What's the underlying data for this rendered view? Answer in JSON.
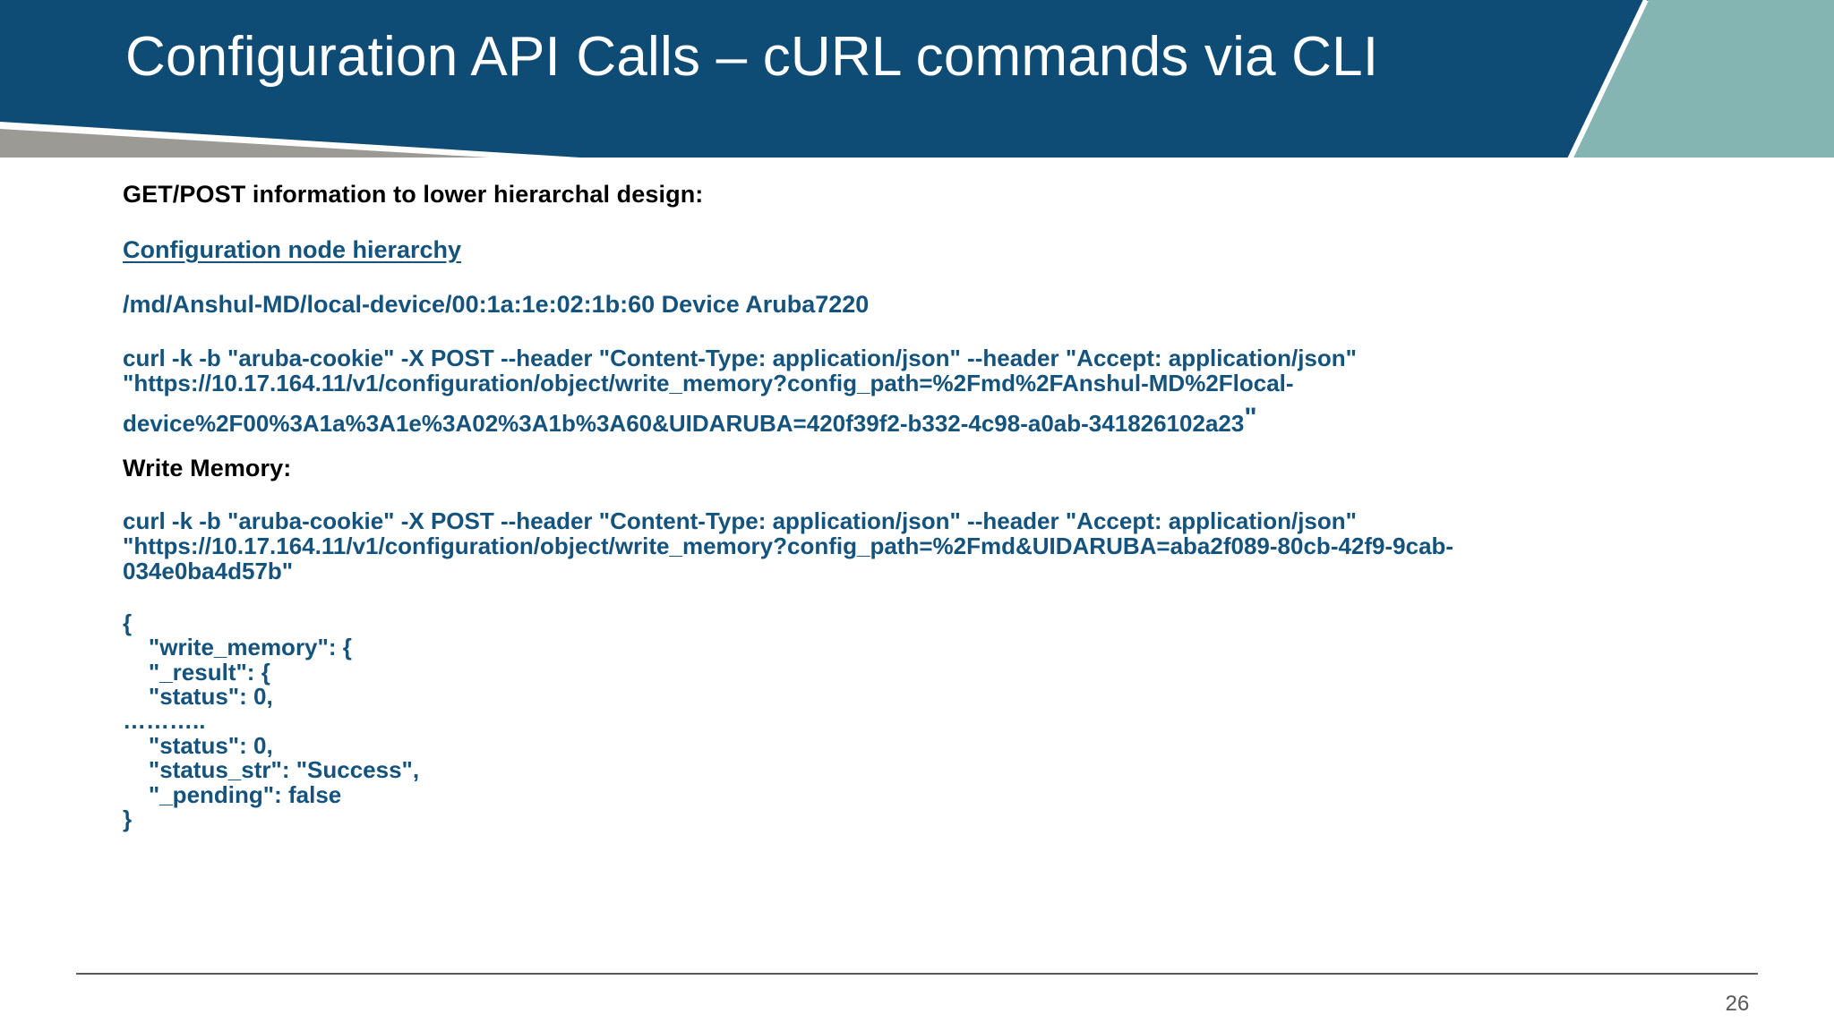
{
  "slide": {
    "title": "Configuration API Calls – cURL commands via CLI",
    "page_number": "26",
    "colors": {
      "header_blue": "#0f4c75",
      "header_teal": "#84b5b2",
      "header_gray": "#9c9a94",
      "body_navy": "#14537d",
      "body_black": "#000000",
      "footer_gray": "#595959"
    }
  },
  "content": {
    "section_heading": "GET/POST information to lower hierarchal design:",
    "hierarchy_link": "Configuration node hierarchy",
    "node_path": "/md/Anshul-MD/local-device/00:1a:1e:02:1b:60  Device  Aruba7220",
    "curl_device": {
      "line1": "curl -k -b \"aruba-cookie\" -X POST --header \"Content-Type: application/json\" --header \"Accept: application/json\"",
      "line2": "\"https://10.17.164.11/v1/configuration/object/write_memory?config_path=%2Fmd%2FAnshul-MD%2Flocal-",
      "line3": "device%2F00%3A1a%3A1e%3A02%3A1b%3A60&UIDARUBA=420f39f2-b332-4c98-a0ab-341826102a23",
      "trailing_quote": "\""
    },
    "write_memory_heading": "Write Memory:",
    "curl_write_memory": {
      "line1": "curl -k -b \"aruba-cookie\" -X POST --header \"Content-Type: application/json\" --header \"Accept: application/json\"",
      "line2": "\"https://10.17.164.11/v1/configuration/object/write_memory?config_path=%2Fmd&UIDARUBA=aba2f089-80cb-42f9-9cab-",
      "line3": "034e0ba4d57b\""
    },
    "json_response": [
      "{",
      "    \"write_memory\": {",
      "    \"_result\": {",
      "    \"status\": 0,",
      "………..",
      "    \"status\": 0,",
      "    \"status_str\": \"Success\",",
      "    \"_pending\": false",
      "}"
    ]
  }
}
